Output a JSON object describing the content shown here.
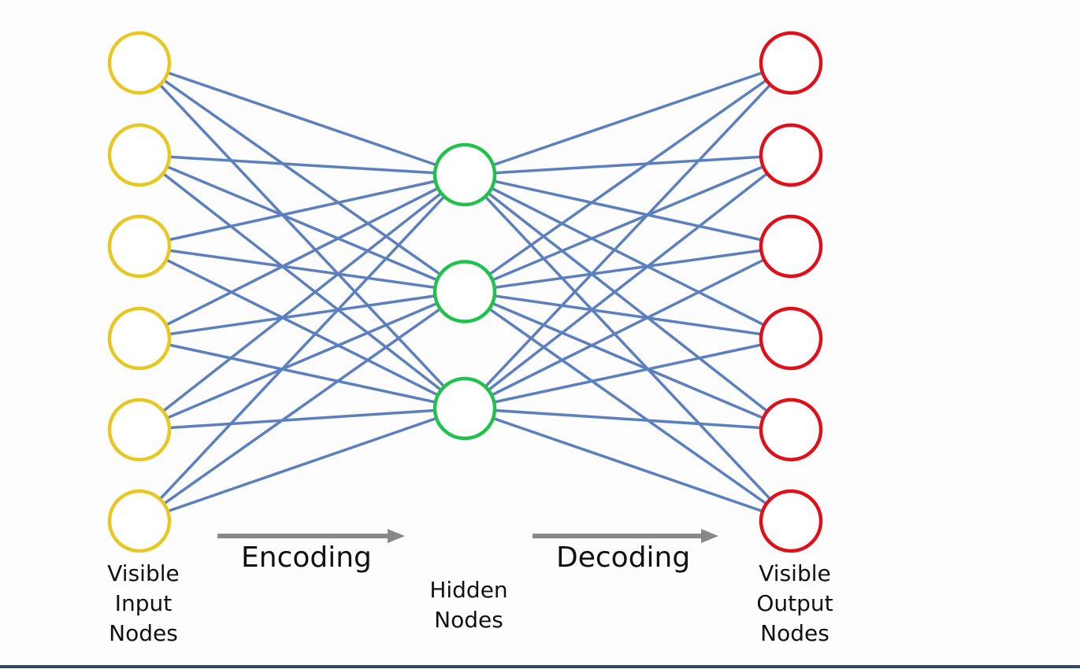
{
  "diagram": {
    "layers": [
      {
        "name": "input",
        "count": 6,
        "color": "#e8c820",
        "label": [
          "Visible",
          "Input",
          "Nodes"
        ]
      },
      {
        "name": "hidden",
        "count": 3,
        "color": "#1fc24a",
        "label": [
          "Hidden",
          "Nodes"
        ]
      },
      {
        "name": "output",
        "count": 6,
        "color": "#e0101a",
        "label": [
          "Visible",
          "Output",
          "Nodes"
        ]
      }
    ],
    "edge_color": "#5b7fbf",
    "arrow_color": "#888888",
    "encoding_label": "Encoding",
    "decoding_label": "Decoding",
    "connectivity": "fully-connected"
  }
}
